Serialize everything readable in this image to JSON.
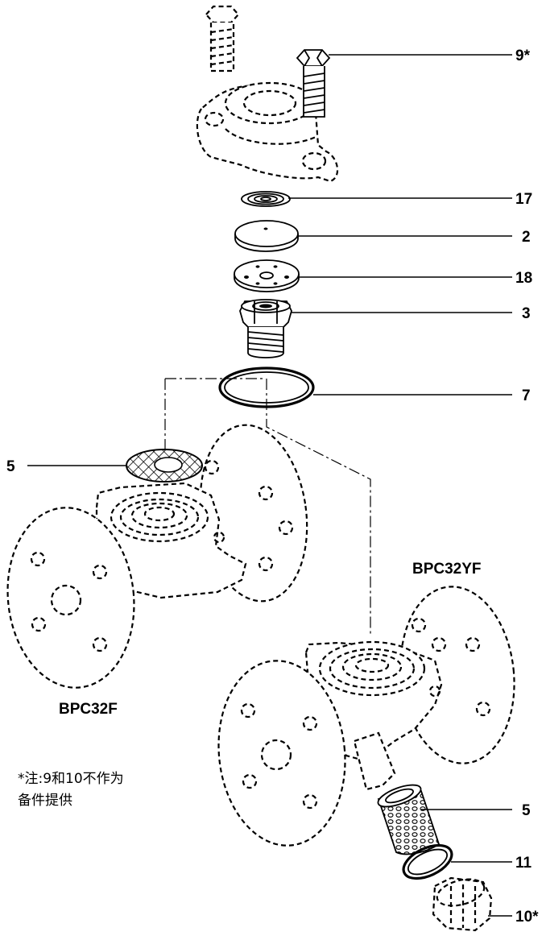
{
  "callouts": {
    "c1": "9*",
    "c2": "17",
    "c3": "2",
    "c4": "18",
    "c5": "3",
    "c6": "7",
    "c7": "5",
    "c8": "5",
    "c9": "11",
    "c10": "10*"
  },
  "models": {
    "left": "BPC32F",
    "right": "BPC32YF"
  },
  "note": {
    "line1": "*注:9和10不作为",
    "line2": "备件提供"
  }
}
